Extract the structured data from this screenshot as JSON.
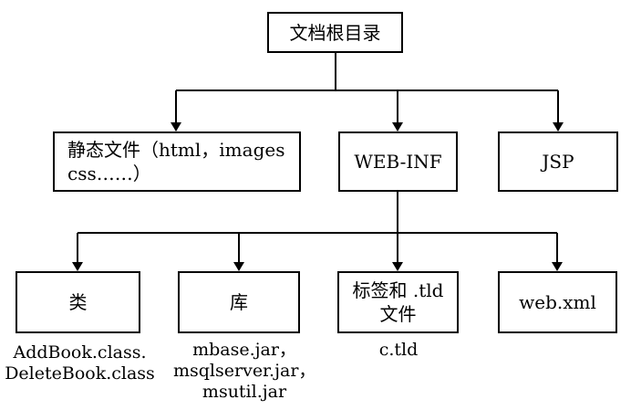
{
  "root": {
    "label": "文档根目录"
  },
  "level1": [
    {
      "key": "static",
      "lines": [
        "静态文件（html，images",
        "css……）"
      ]
    },
    {
      "key": "webinf",
      "lines": [
        "WEB-INF"
      ]
    },
    {
      "key": "jsp",
      "lines": [
        "JSP"
      ]
    }
  ],
  "level2": [
    {
      "key": "class",
      "lines": [
        "类"
      ],
      "caption": [
        "AddBook.class.",
        "DeleteBook.class"
      ]
    },
    {
      "key": "lib",
      "lines": [
        "库"
      ],
      "caption": [
        "mbase.jar，",
        "msqlserver.jar，",
        "msutil.jar"
      ]
    },
    {
      "key": "tld",
      "lines": [
        "标签和 .tld",
        "文件"
      ],
      "caption": [
        "c.tld"
      ]
    },
    {
      "key": "webxml",
      "lines": [
        "web.xml"
      ],
      "caption": []
    }
  ],
  "colors": {
    "line": "#000000",
    "box_border": "#000000",
    "background": "#ffffff",
    "text": "#000000"
  }
}
